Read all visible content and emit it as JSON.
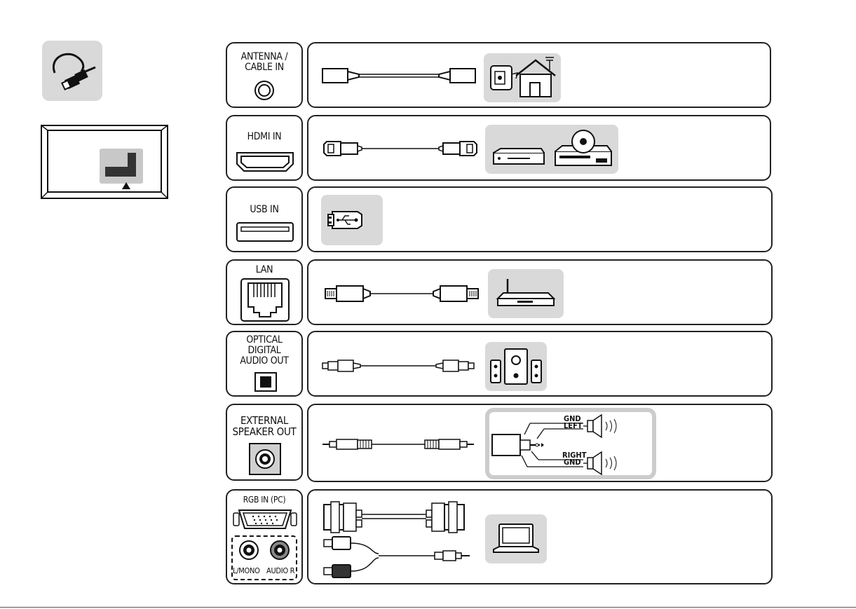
{
  "ports": [
    {
      "id": "antenna",
      "label": "ANTENNA /\nCABLE IN"
    },
    {
      "id": "hdmi",
      "label": "HDMI IN"
    },
    {
      "id": "usb",
      "label": "USB IN"
    },
    {
      "id": "lan",
      "label": "LAN"
    },
    {
      "id": "optical",
      "label": "OPTICAL\nDIGITAL\nAUDIO OUT"
    },
    {
      "id": "speaker",
      "label": "EXTERNAL\nSPEAKER OUT"
    },
    {
      "id": "rgb",
      "label": "RGB IN (PC)",
      "sub_labels": [
        "L/MONO",
        "AUDIO R"
      ]
    }
  ],
  "speaker_wiring": {
    "labels": [
      "GND",
      "LEFT",
      "RIGHT",
      "GND"
    ]
  },
  "colors": {
    "tile": "#d9d9d9",
    "line": "#222222",
    "plug": "#333333",
    "grey_box": "#cccccc"
  },
  "icons": [
    "cable-icon",
    "tv-back-icon",
    "antenna-house-icon",
    "media-player-icon",
    "dvd-player-icon",
    "usb-icon",
    "router-icon",
    "speakers-icon",
    "laptop-icon"
  ]
}
